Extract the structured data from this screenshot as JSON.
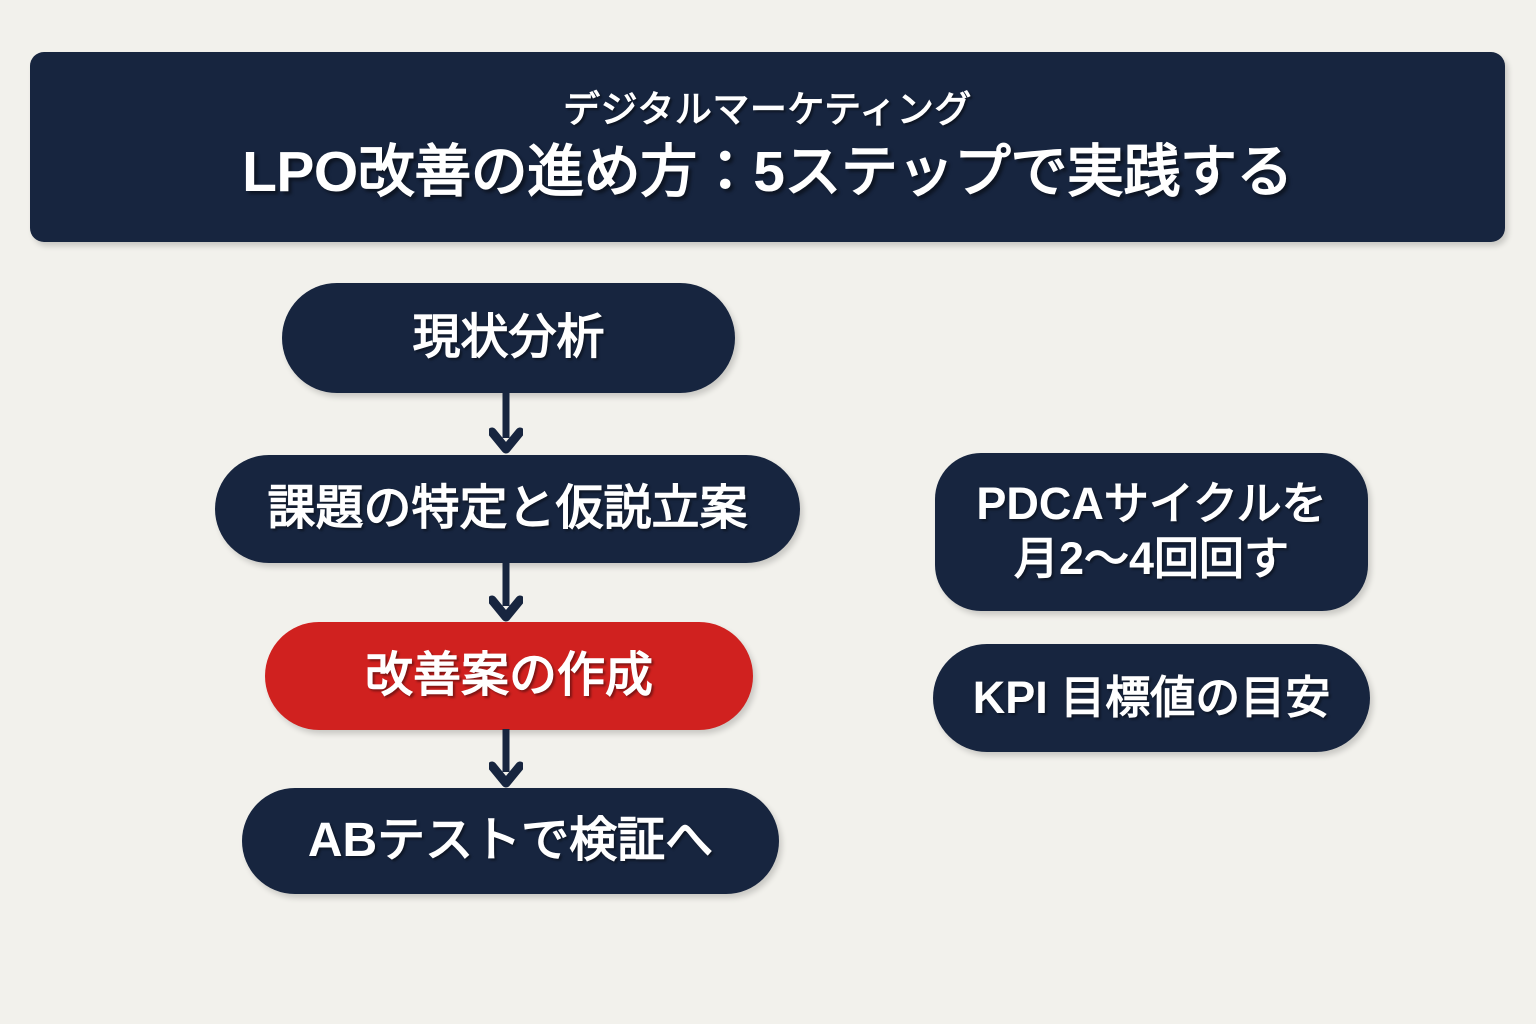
{
  "background_color": "#f2f1ec",
  "colors": {
    "navy": "#17253f",
    "accent_red": "#d0211f",
    "text_on_dark": "#ffffff"
  },
  "header": {
    "subtitle": "デジタルマーケティング",
    "title": "LPO改善の進め方：5ステップで実践する"
  },
  "flow": {
    "nodes": [
      {
        "label": "現状分析",
        "color": "#17253f",
        "variant": "navy"
      },
      {
        "label": "課題の特定と仮説立案",
        "color": "#17253f",
        "variant": "navy"
      },
      {
        "label": "改善案の作成",
        "color": "#d0211f",
        "variant": "accent"
      },
      {
        "label": "ABテストで検証へ",
        "color": "#17253f",
        "variant": "navy"
      }
    ],
    "connectors": [
      {
        "icon": "arrow-down-icon",
        "from": "現状分析",
        "to": "課題の特定と仮説立案"
      },
      {
        "icon": "arrow-down-icon",
        "from": "課題の特定と仮説立案",
        "to": "改善案の作成"
      },
      {
        "icon": "arrow-down-icon",
        "from": "改善案の作成",
        "to": "ABテストで検証へ"
      }
    ]
  },
  "side_cards": [
    {
      "line1": "PDCAサイクルを",
      "line2": "月2〜4回回す"
    },
    {
      "line1": "KPI 目標値の目安"
    }
  ]
}
